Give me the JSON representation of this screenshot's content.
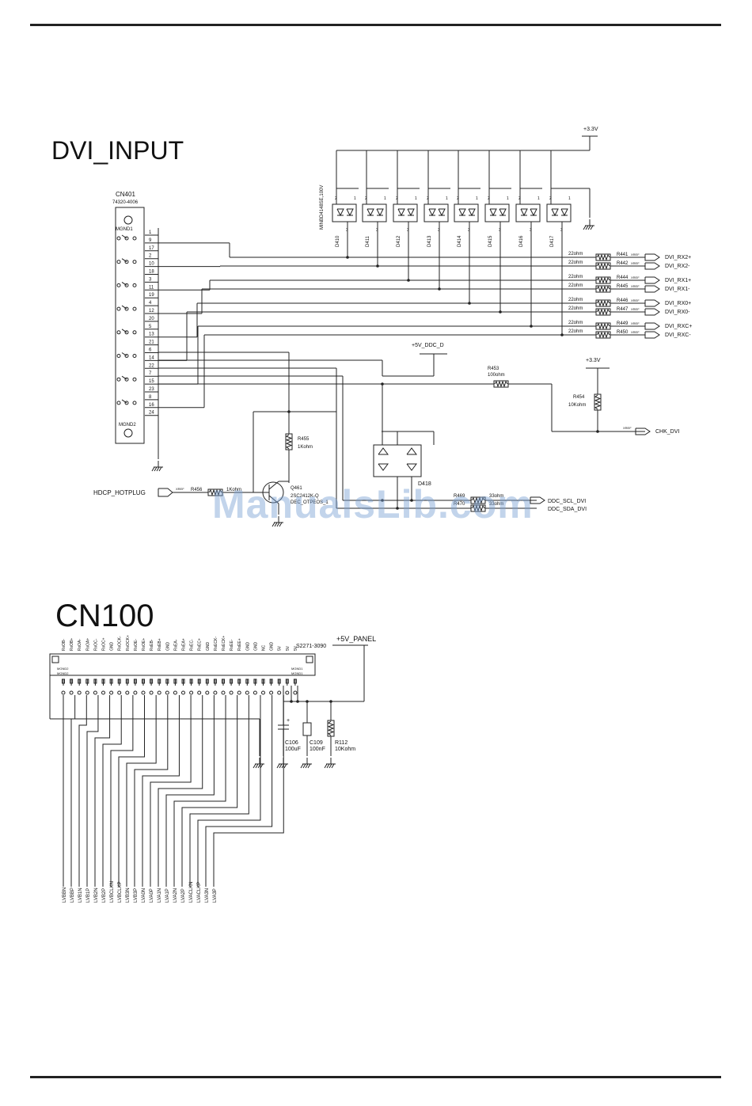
{
  "titles": {
    "dvi": "DVI_INPUT",
    "cn100": "CN100"
  },
  "watermark": "ManualsLib.com",
  "dvi": {
    "connector_ref": "CN401",
    "connector_part": "74320-4006",
    "mgnd1": "MGND1",
    "mgnd2": "MGND2",
    "pins": [
      "1",
      "9",
      "17",
      "2",
      "10",
      "18",
      "3",
      "11",
      "19",
      "4",
      "12",
      "20",
      "5",
      "13",
      "21",
      "6",
      "14",
      "22",
      "7",
      "15",
      "23",
      "8",
      "16",
      "24"
    ],
    "supply_33v": "+3.3V",
    "diode_part": "MINBD4148SE,100V",
    "diodes": [
      "D410",
      "D411",
      "D412",
      "D413",
      "D414",
      "D415",
      "D416",
      "D417"
    ],
    "diode_pin_labels": [
      "2",
      "1",
      "3"
    ],
    "resistors": [
      {
        "ref": "R441",
        "val": "22ohm",
        "net": "DVI_RX2+"
      },
      {
        "ref": "R442",
        "val": "22ohm",
        "net": "DVI_RX2-"
      },
      {
        "ref": "R444",
        "val": "22ohm",
        "net": "DVI_RX1+"
      },
      {
        "ref": "R445",
        "val": "22ohm",
        "net": "DVI_RX1-"
      },
      {
        "ref": "R446",
        "val": "22ohm",
        "net": "DVI_RX0+"
      },
      {
        "ref": "R447",
        "val": "22ohm",
        "net": "DVI_RX0-"
      },
      {
        "ref": "R449",
        "val": "22ohm",
        "net": "DVI_RXC+"
      },
      {
        "ref": "R450",
        "val": "22ohm",
        "net": "DVI_RXC-"
      }
    ],
    "xref": "XREF",
    "ddc_supply": "+5V_DDC_D",
    "r453": {
      "ref": "R453",
      "val": "100ohm"
    },
    "supply_33v_b": "+3.3V",
    "r454": {
      "ref": "R454",
      "val": "10Kohm"
    },
    "chk_net": "CHK_DVI",
    "r455": {
      "ref": "R455",
      "val": "1Kohm"
    },
    "d418": "D418",
    "hotplug_net": "HDCP_HOTPLUG",
    "r456": {
      "ref": "R456",
      "val": "1Kohm"
    },
    "q461": {
      "ref": "Q461",
      "part": "2SC2412K-Q",
      "note": "DEC_OTPEOS_1"
    },
    "r469": {
      "ref": "R469",
      "val": "33ohm"
    },
    "r470": {
      "ref": "R470",
      "val": "33ohm"
    },
    "ddc_scl": "DDC_SCL_DVI",
    "ddc_sda": "DDC_SDA_DVI"
  },
  "cn100": {
    "part": "S2271-3090",
    "supply": "+5V_PANEL",
    "mgnd_left": [
      "MGND2",
      "MGND2"
    ],
    "mgnd_right": [
      "MGND1",
      "MGND1"
    ],
    "top_pins": [
      "RxOB-",
      "RxOB+",
      "RxOA-",
      "RxOA+",
      "RxOC-",
      "RxOC+",
      "GND",
      "RxOCK-",
      "RxOCK+",
      "RxOE-",
      "RxOE+",
      "RxEB-",
      "RxEB+",
      "GND",
      "RxEA-",
      "RxEA+",
      "RxEC-",
      "RxEC+",
      "GND",
      "RxECK-",
      "RxECK+",
      "RxEE-",
      "RxEE+",
      "GND",
      "GND",
      "NC",
      "GND",
      "5V",
      "5V",
      "5V"
    ],
    "bottom_nets": [
      "LVBBN",
      "LVBBP",
      "LVB1N",
      "LVB1P",
      "LVB2N",
      "LVB2P",
      "LVBCLKN",
      "LVBCLKP",
      "LVB3N",
      "LVB3P",
      "LVA0N",
      "LVA0P",
      "LVA1N",
      "LVA1P",
      "LVA2N",
      "LVA2P",
      "LVACLKN",
      "LVACLKP",
      "LVA3N",
      "LVA3P"
    ],
    "c106": {
      "ref": "C106",
      "val": "100uF"
    },
    "c109": {
      "ref": "C109",
      "val": "100nF"
    },
    "r112": {
      "ref": "R112",
      "val": "10Kohm"
    }
  }
}
